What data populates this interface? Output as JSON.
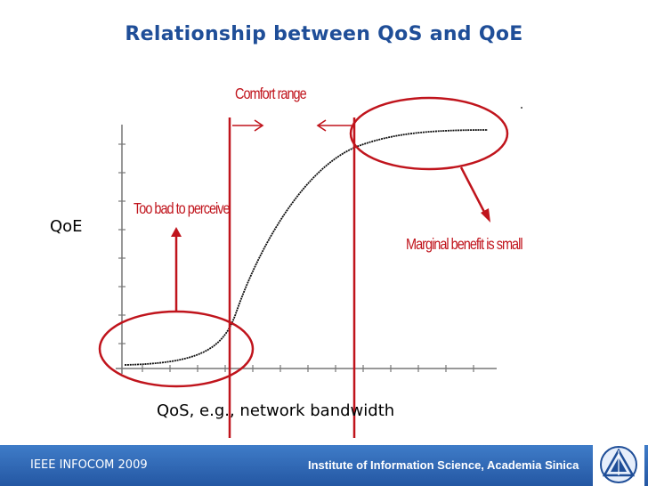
{
  "slide": {
    "title": "Relationship between QoS and QoE"
  },
  "diagram": {
    "comfort_range_label": "Comfort range",
    "too_bad_label": "Too bad to perceive",
    "marginal_label": "Marginal benefit is small",
    "y_axis_label": "QoE",
    "x_axis_label": "QoS,  e.g., network bandwidth",
    "colors": {
      "annotation": "#c0141c",
      "curve": "#000000"
    }
  },
  "footer": {
    "left_text": "IEEE INFOCOM 2009",
    "right_text": "Institute of Information Science, Academia Sinica",
    "color": "#2f66b3"
  }
}
